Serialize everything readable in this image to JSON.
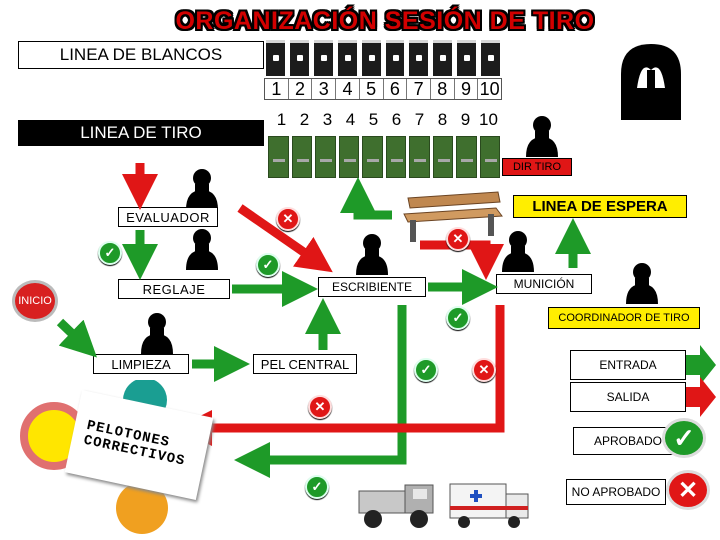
{
  "title": "ORGANIZACIÓN SESIÓN DE TIRO",
  "labels": {
    "linea_blancos": "LINEA DE BLANCOS",
    "linea_tiro": "LINEA DE TIRO",
    "dir_tiro": "DIR TIRO",
    "evaluador": "EVALUADOR",
    "linea_espera": "LINEA DE ESPERA",
    "reglaje": "REGLAJE",
    "escribiente": "ESCRIBIENTE",
    "municion": "MUNICIÓN",
    "inicio": "INICIO",
    "coordinador": "COORDINADOR DE TIRO",
    "limpieza": "LIMPIEZA",
    "pel_central": "PEL CENTRAL",
    "pelotones": "PELOTONES CORRECTIVOS"
  },
  "target_numbers": [
    "1",
    "2",
    "3",
    "4",
    "5",
    "6",
    "7",
    "8",
    "9",
    "10"
  ],
  "firing_numbers": [
    "1",
    "2",
    "3",
    "4",
    "5",
    "6",
    "7",
    "8",
    "9",
    "10"
  ],
  "legend": {
    "entrada": "ENTRADA",
    "salida": "SALIDA",
    "aprobado": "APROBADO",
    "no_aprobado": "NO APROBADO"
  },
  "colors": {
    "entrada_arrow": "#1e9a28",
    "salida_arrow": "#e01616",
    "title": "#d20000",
    "dir_tiro_bg": "#e01616"
  }
}
